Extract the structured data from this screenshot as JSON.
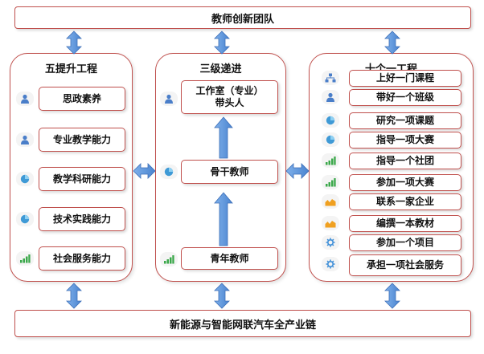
{
  "top_bar": "教师创新团队",
  "bottom_bar": "新能源与智能网联汽车全产业链",
  "left": {
    "title": "五提升工程",
    "items": [
      "思政素养",
      "专业教学能力",
      "教学科研能力",
      "技术实践能力",
      "社会服务能力"
    ],
    "icons": [
      "people-icon",
      "people-icon",
      "pie-chart-icon",
      "pie-chart-icon",
      "bar-chart-icon"
    ]
  },
  "middle": {
    "title": "三级递进",
    "items": [
      "工作室（专业）\n带头人",
      "骨干教师",
      "青年教师"
    ],
    "icons": [
      "people-icon",
      "pie-chart-icon",
      "bar-chart-icon"
    ]
  },
  "right": {
    "title": "十个一工程",
    "items": [
      "上好一门课程",
      "带好一个班级",
      "研究一项课题",
      "指导一项大赛",
      "指导一个社团",
      "参加一项大赛",
      "联系一家企业",
      "编撰一本教材",
      "参加一个项目",
      "承担一项社会服务"
    ],
    "icons": [
      "hierarchy-icon",
      "people-icon",
      "pie-chart-icon",
      "pie-chart-icon",
      "bar-chart-icon",
      "bar-chart-icon",
      "area-chart-icon",
      "area-chart-icon",
      "gear-icon",
      "gear-icon"
    ]
  },
  "colors": {
    "border": "#c0504d",
    "arrow": "#5b8fd6",
    "arrow_stroke": "#3d6fb8"
  }
}
